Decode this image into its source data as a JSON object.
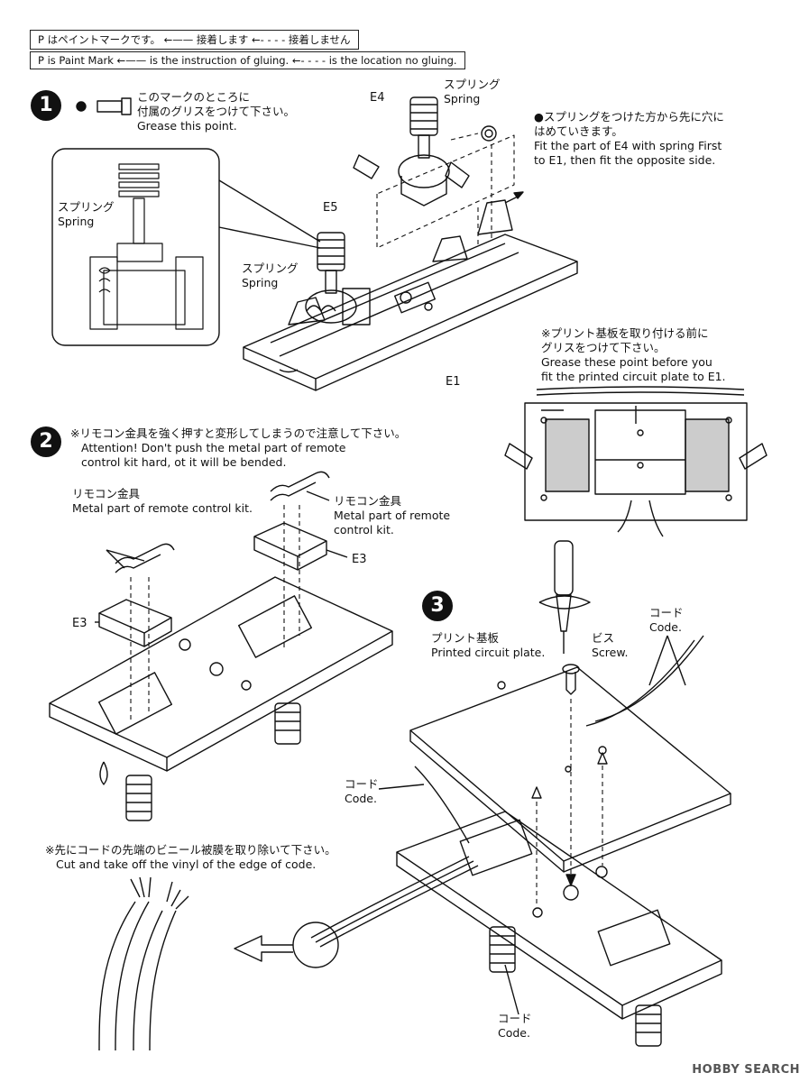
{
  "legend": {
    "jp": "P はペイントマークです。 ←—— 接着します ←- - - - 接着しません",
    "en": "P is Paint Mark  ←——  is the instruction of gluing.  ←- - - -  is the location no gluing."
  },
  "step1": {
    "number": "1",
    "grease_note": [
      "このマークのところに",
      "付属のグリスをつけて下さい。",
      "Grease this point."
    ],
    "spring_note": [
      "●スプリングをつけた方から先に穴に",
      "  はめていきます。",
      "  Fit the part of E4 with spring First",
      "  to E1, then fit the opposite side."
    ],
    "labels": {
      "e4": "E4",
      "e5": "E5",
      "e1": "E1",
      "spring_top": [
        "スプリング",
        "Spring"
      ],
      "spring_mid": [
        "スプリング",
        "Spring"
      ],
      "spring_inset": [
        "スプリング",
        "Spring"
      ]
    },
    "pcb_note": [
      "※プリント基板を取り付ける前に",
      "  グリスをつけて下さい。",
      "  Grease these point before you",
      "  fit the printed circuit plate to E1."
    ]
  },
  "step2": {
    "number": "2",
    "attention": [
      "※リモコン金具を強く押すと変形してしまうので注意して下さい。",
      "Attention! Don't push the metal part of remote",
      "control kit hard, ot it will be bended."
    ],
    "labels": {
      "metal_left": [
        "リモコン金具",
        "Metal part of remote control kit."
      ],
      "metal_right": [
        "リモコン金具",
        "Metal part of remote",
        "control kit."
      ],
      "e3_left": "E3",
      "e3_right": "E3"
    },
    "code_note": [
      "※先にコードの先端のビニール被膜を取り除いて下さい。",
      "Cut and take off the vinyl of the edge of code."
    ]
  },
  "step3": {
    "number": "3",
    "labels": {
      "pcb": [
        "プリント基板",
        "Printed circuit plate."
      ],
      "screw": [
        "ビス",
        "Screw."
      ],
      "code_top": [
        "コード",
        "Code."
      ],
      "code_mid": [
        "コード",
        "Code."
      ],
      "code_bottom": [
        "コード",
        "Code."
      ]
    }
  },
  "watermark": "HOBBY SEARCH"
}
